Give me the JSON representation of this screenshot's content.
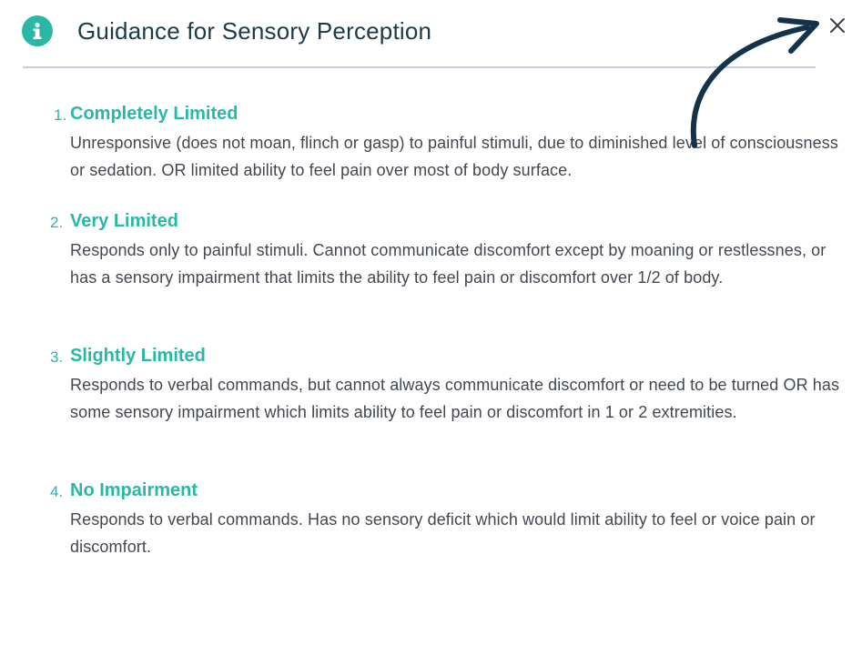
{
  "modal": {
    "title": "Guidance for Sensory Perception",
    "info_icon": "info-icon",
    "close_icon": "close-icon",
    "close_symbol": "×",
    "accent_color": "#2bb7a6",
    "title_color": "#1e3a46",
    "arrow_color": "#14324a"
  },
  "items": [
    {
      "number": "1.",
      "title": "Completely Limited",
      "description": "Unresponsive (does not moan, flinch or gasp) to painful stimuli, due to diminished level of consciousness or sedation. OR limited ability to feel pain over most of body surface."
    },
    {
      "number": "2.",
      "title": "Very Limited",
      "description": "Responds only to painful stimuli. Cannot communicate discomfort except by moaning or restlessnes, or has a sensory impairment that limits the ability to feel pain or discomfort over 1/2 of body."
    },
    {
      "number": "3.",
      "title": "Slightly Limited",
      "description": "Responds to verbal commands, but cannot always communicate discomfort or need to be turned OR has some sensory impairment which limits ability to feel pain or discomfort in 1 or 2 extremities."
    },
    {
      "number": "4.",
      "title": "No Impairment",
      "description": "Responds to verbal commands. Has no sensory deficit which would limit ability to feel or voice pain or discomfort."
    }
  ]
}
